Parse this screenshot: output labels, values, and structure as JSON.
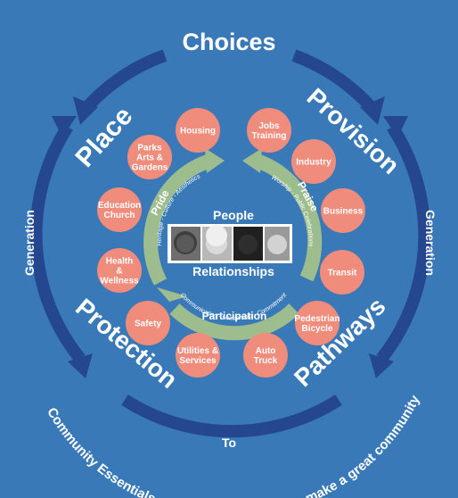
{
  "diagram": {
    "title": "Choices",
    "bottom_word": "To",
    "bottom_caption": "Community Essentials - This is what it takes to make a great community",
    "side_left": "Generation",
    "side_right": "Generation",
    "quadrants": {
      "place": "Place",
      "provision": "Provision",
      "protection": "Protection",
      "pathways": "Pathways"
    },
    "center": {
      "top": "People",
      "bottom": "Relationships"
    },
    "inner_arcs": {
      "pride": "Pride",
      "pride_caption": "Heritage - Culture - Aesthetics",
      "praise": "Praise",
      "praise_caption": "Worship - Public Celebrations",
      "participation": "Participation",
      "participation_caption": "Communication - Leadership - Commitment"
    },
    "circles": [
      {
        "lines": [
          "Housing"
        ]
      },
      {
        "lines": [
          "Jobs",
          "Training"
        ]
      },
      {
        "lines": [
          "Parks",
          "Arts &",
          "Gardens"
        ]
      },
      {
        "lines": [
          "Industry"
        ]
      },
      {
        "lines": [
          "Education",
          "Church"
        ]
      },
      {
        "lines": [
          "Business"
        ]
      },
      {
        "lines": [
          "Health",
          "&",
          "Wellness"
        ]
      },
      {
        "lines": [
          "Transit"
        ]
      },
      {
        "lines": [
          "Safety"
        ]
      },
      {
        "lines": [
          "Pedestrian",
          "Bicycle"
        ]
      },
      {
        "lines": [
          "Utilities &",
          "Services"
        ]
      },
      {
        "lines": [
          "Auto",
          "Truck"
        ]
      }
    ],
    "colors": {
      "background": "#3a79b7",
      "outer_arrow": "#24478f",
      "circle": "#ef8c7c",
      "inner_arrow": "#9dbd8e",
      "text": "#ffffff"
    }
  }
}
